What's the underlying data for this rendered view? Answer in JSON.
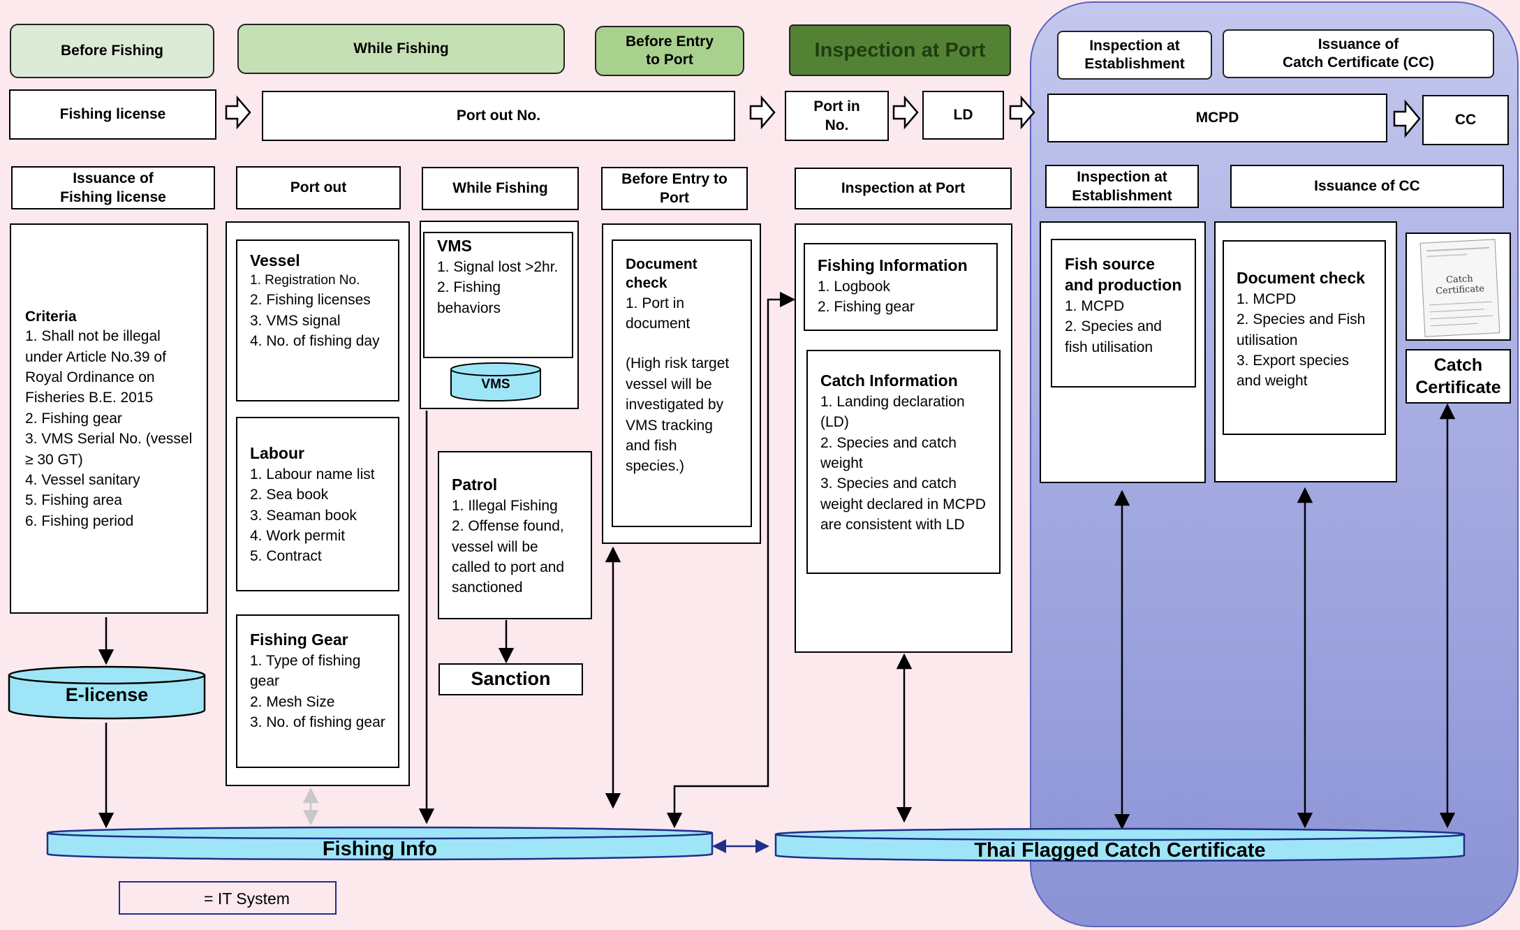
{
  "phases": {
    "before_fishing": "Before Fishing",
    "while_fishing": "While Fishing",
    "before_entry": "Before Entry\nto Port",
    "inspection_port": "Inspection at Port",
    "inspection_est": "Inspection at\nEstablishment",
    "issuance_cc": "Issuance of\nCatch Certificate  (CC)"
  },
  "docs": {
    "fishing_license": "Fishing license",
    "port_out_no": "Port out No.",
    "port_in_no": "Port in\nNo.",
    "ld": "LD",
    "mcpd": "MCPD",
    "cc": "CC"
  },
  "steps": {
    "issuance_license": "Issuance of\nFishing license",
    "port_out": "Port out",
    "while_fishing": "While Fishing",
    "before_entry": "Before Entry to\nPort",
    "inspection_port": "Inspection at Port",
    "inspection_est": "Inspection at\nEstablishment",
    "issuance_cc": "Issuance of  CC"
  },
  "criteria": {
    "title": "Criteria",
    "items": [
      "1. Shall not be illegal under Article No.39 of Royal Ordinance on Fisheries B.E. 2015",
      "2. Fishing gear",
      "3. VMS Serial No. (vessel ≥ 30 GT)",
      "4. Vessel sanitary",
      "5. Fishing area",
      "6. Fishing period"
    ]
  },
  "vessel": {
    "title": "Vessel",
    "items": [
      "1. Registration No.",
      "2. Fishing licenses",
      "3. VMS signal",
      "4. No. of fishing day"
    ]
  },
  "labour": {
    "title": "Labour",
    "items": [
      "1. Labour name list",
      "2. Sea book",
      "3. Seaman book",
      "4. Work permit",
      "5. Contract"
    ]
  },
  "gear": {
    "title": "Fishing Gear",
    "items": [
      "1. Type of fishing gear",
      "2. Mesh Size",
      "3. No. of fishing gear"
    ]
  },
  "vms": {
    "title": "VMS",
    "items": [
      "1. Signal lost >2hr.",
      "2. Fishing behaviors"
    ],
    "db": "VMS"
  },
  "patrol": {
    "title": "Patrol",
    "items": [
      "1. Illegal Fishing",
      "2. Offense found, vessel will be called  to port and sanctioned"
    ]
  },
  "sanction": "Sanction",
  "doc_check": {
    "title": "Document check",
    "items": [
      "1. Port in document",
      "(High risk target vessel will be investigated by VMS tracking and fish species.)"
    ]
  },
  "fishing_info_card": {
    "title": "Fishing Information",
    "items": [
      "1. Logbook",
      "2. Fishing gear"
    ]
  },
  "catch_info_card": {
    "title": "Catch Information",
    "items": [
      "1. Landing declaration (LD)",
      "2. Species and catch weight",
      "3. Species and catch weight declared in MCPD are consistent with LD"
    ]
  },
  "fish_source": {
    "title": "Fish source and production",
    "items": [
      "1. MCPD",
      "2. Species and fish utilisation"
    ]
  },
  "cc_doc_check": {
    "title": "Document check",
    "items": [
      "1. MCPD",
      "2. Species and Fish utilisation",
      "3. Export  species and weight"
    ]
  },
  "cert_image_text": "Catch\nCertificate",
  "catch_cert_label": "Catch\nCertificate",
  "systems": {
    "elicense": "E-license",
    "fishing_info": "Fishing Info",
    "thai_cc": "Thai Flagged Catch Certificate"
  },
  "legend": "= IT System",
  "colors": {
    "background": "#fbe9ed",
    "phase_light": "#d9ead3",
    "phase_mid": "#c5e0b4",
    "phase_green": "#a9d18e",
    "phase_dark": "#548235",
    "phase_dark_text": "#1f3d0f",
    "establishment_region": "#9ea6dc",
    "database": "#9ee6f7"
  }
}
